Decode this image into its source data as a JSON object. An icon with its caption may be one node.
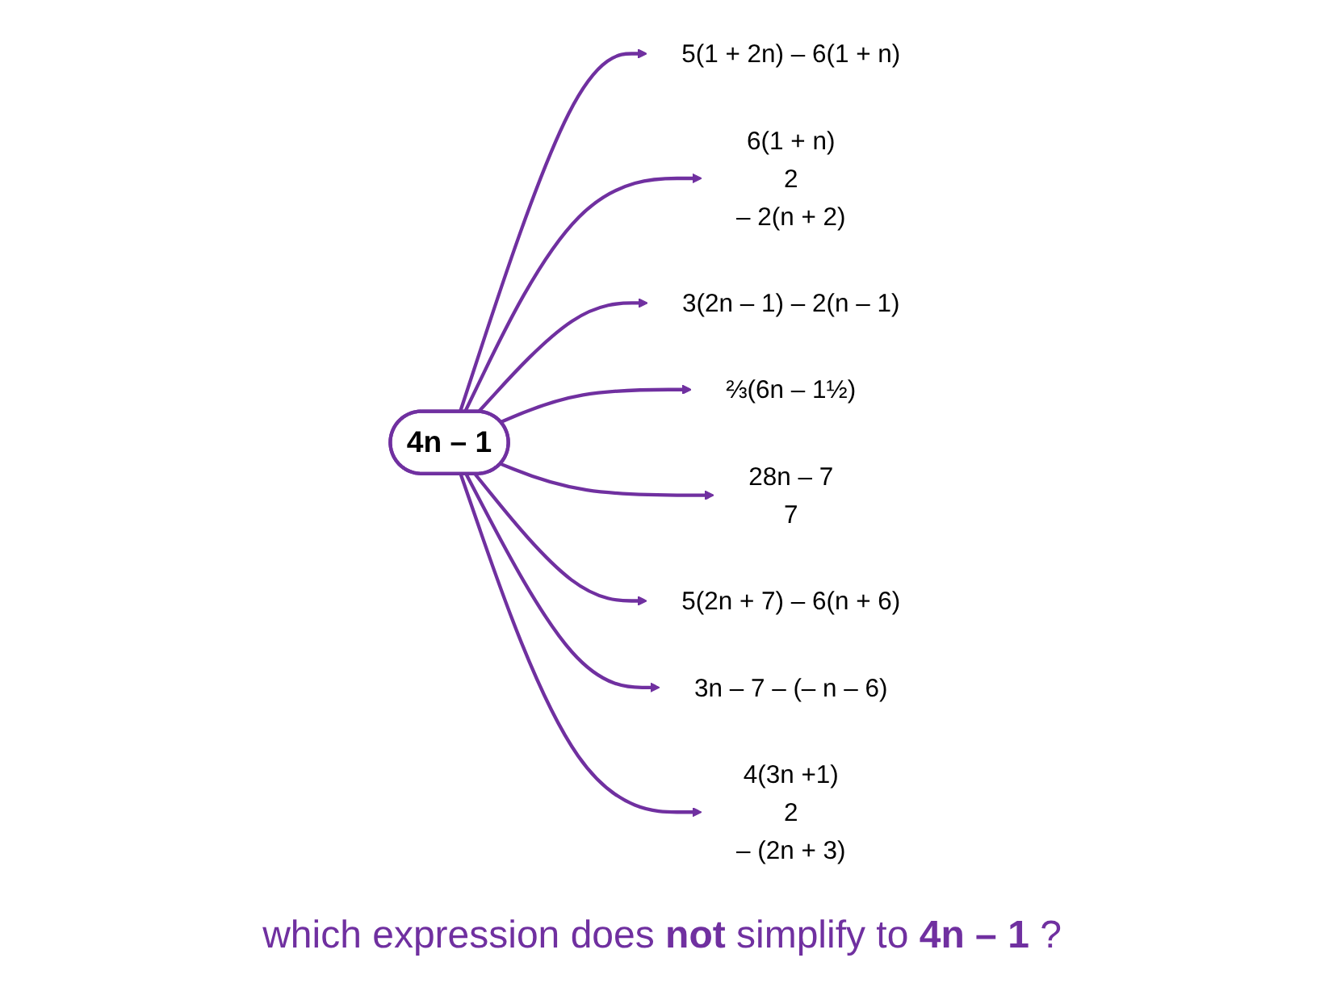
{
  "diagram": {
    "caption": "which expression does **not** simplify to **4n – 1** ?",
    "nodes": [
      {
        "text": [
          "5(1 + 2n) – 6(1 + n)"
        ]
      },
      {
        "text": [
          "6(1 + n)",
          "2",
          "– 2(n + 2)"
        ]
      },
      {
        "text": [
          "3(2n – 1) – 2(n – 1)"
        ]
      },
      {
        "text": [
          "⅔(6n – 1½)"
        ]
      },
      {
        "text": [
          "4n – 1"
        ]
      },
      {
        "text": [
          "28n – 7",
          "7"
        ]
      },
      {
        "text": [
          "5(2n + 7) – 6(n + 6)"
        ]
      },
      {
        "text": [
          "3n – 7 – (– n – 6)"
        ]
      },
      {
        "text": [
          "4(3n +1)",
          "2",
          "– (2n + 3)"
        ]
      }
    ],
    "edges": [
      {
        "from": 4,
        "to": 0,
        "arrow": "to"
      },
      {
        "from": 4,
        "to": 1,
        "arrow": "to"
      },
      {
        "from": 4,
        "to": 2,
        "arrow": "to"
      },
      {
        "from": 4,
        "to": 3,
        "arrow": "to"
      },
      {
        "from": 4,
        "to": 5,
        "arrow": "to"
      },
      {
        "from": 4,
        "to": 6,
        "arrow": "to"
      },
      {
        "from": 4,
        "to": 7,
        "arrow": "to"
      },
      {
        "from": 4,
        "to": 8,
        "arrow": "to"
      }
    ]
  }
}
